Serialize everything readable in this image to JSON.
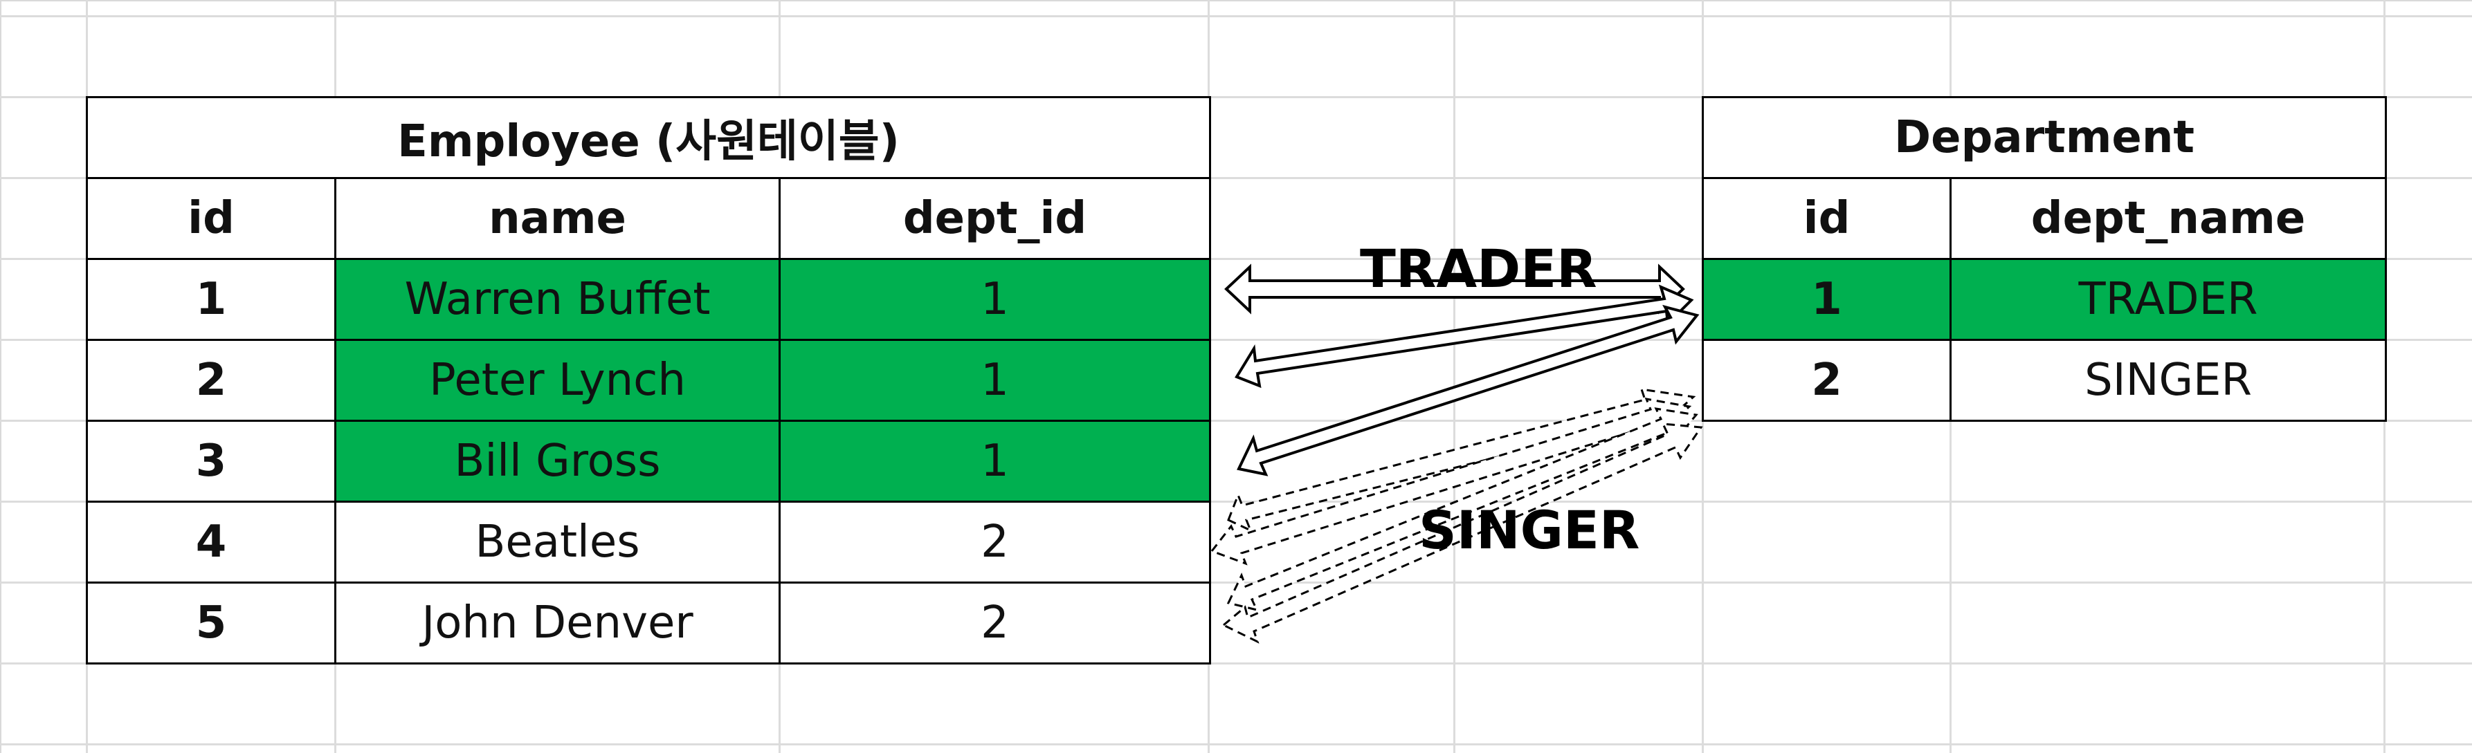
{
  "employee_table": {
    "title": "Employee (사원테이블)",
    "columns": [
      "id",
      "name",
      "dept_id"
    ],
    "rows": [
      {
        "id": "1",
        "name": "Warren Buffet",
        "dept_id": "1",
        "highlighted": true
      },
      {
        "id": "2",
        "name": "Peter Lynch",
        "dept_id": "1",
        "highlighted": true
      },
      {
        "id": "3",
        "name": "Bill Gross",
        "dept_id": "1",
        "highlighted": true
      },
      {
        "id": "4",
        "name": "Beatles",
        "dept_id": "2",
        "highlighted": false
      },
      {
        "id": "5",
        "name": "John Denver",
        "dept_id": "2",
        "highlighted": false
      }
    ]
  },
  "department_table": {
    "title": "Department",
    "columns": [
      "id",
      "dept_name"
    ],
    "rows": [
      {
        "id": "1",
        "dept_name": "TRADER",
        "highlighted": true
      },
      {
        "id": "2",
        "dept_name": "SINGER",
        "highlighted": false
      }
    ]
  },
  "relations": {
    "trader_label": "TRADER",
    "singer_label": "SINGER"
  },
  "colors": {
    "highlight": "#00b050",
    "border": "#000000",
    "gridline": "#dcdcdc"
  }
}
